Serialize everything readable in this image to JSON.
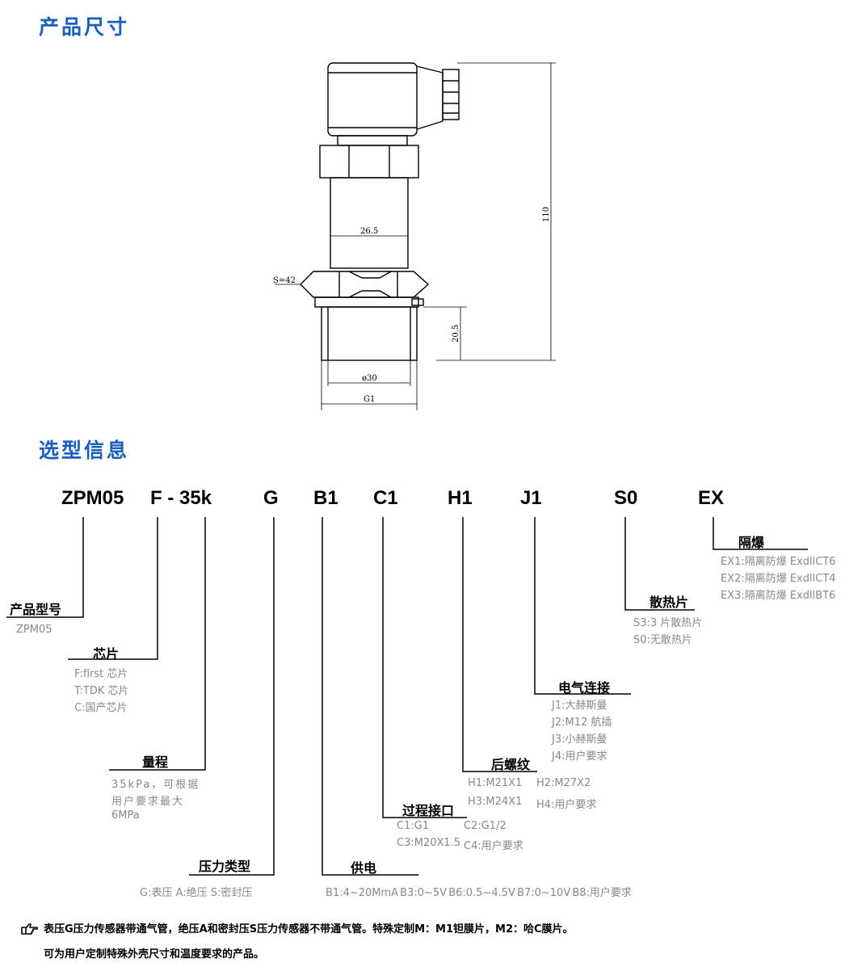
{
  "sections": {
    "dimensions_title": "产品尺寸",
    "selection_title": "选型信息"
  },
  "drawing": {
    "dim_width": "26.5",
    "dim_hex": "S=42",
    "dim_height": "110",
    "dim_thread_len": "20.5",
    "dim_diameter": "ø30",
    "dim_thread": "G1"
  },
  "model_codes": [
    "ZPM05",
    "F - 35k",
    "G",
    "B1",
    "C1",
    "H1",
    "J1",
    "S0",
    "EX"
  ],
  "fields": {
    "product_model": {
      "label": "产品型号",
      "options": [
        "ZPM05"
      ]
    },
    "chip": {
      "label": "芯片",
      "options": [
        "F:first 芯片",
        "T:TDK 芯片",
        "C:国产芯片"
      ]
    },
    "range": {
      "label": "量程",
      "options": [
        "35kPa，可根据",
        "用户要求最大",
        "6MPa"
      ]
    },
    "pressure_type": {
      "label": "压力类型",
      "options": [
        "G:表压 A:绝压 S:密封压"
      ]
    },
    "power": {
      "label": "供电",
      "options": [
        "B1:4~20MmA   B3:0~5V   B6:0.5~4.5V   B7:0~10V   B8:用户要求"
      ]
    },
    "process": {
      "label": "过程接口",
      "options": [
        "C1:G1",
        "C2:G1/2",
        "C3:M20X1.5",
        "C4:用户要求"
      ]
    },
    "rear_thread": {
      "label": "后螺纹",
      "options": [
        "H1:M21X1",
        "H2:M27X2",
        "H3:M24X1",
        "H4:用户要求"
      ]
    },
    "electrical": {
      "label": "电气连接",
      "options": [
        "J1:大赫斯曼",
        "J2:M12 航插",
        "J3:小赫斯曼",
        "J4:用户要求"
      ]
    },
    "heat_sink": {
      "label": "散热片",
      "options": [
        "S3:3 片散热片",
        "S0:无散热片"
      ]
    },
    "explosion": {
      "label": "隔爆",
      "options": [
        "EX1:隔离防爆 ExdllCT6",
        "EX2:隔离防爆 ExdllCT4",
        "EX3:隔离防爆 ExdllBT6"
      ]
    }
  },
  "notes": {
    "icon": "pointing-hand-icon",
    "line1": "表压G压力传感器带通气管，绝压A和密封压S压力传感器不带通气管。特殊定制M：M1钽膜片，M2：哈C膜片。",
    "line2": "可为用户定制特殊外壳尺寸和温度要求的产品。"
  },
  "colors": {
    "title": "#1a5fbf",
    "option_text": "#888888"
  }
}
